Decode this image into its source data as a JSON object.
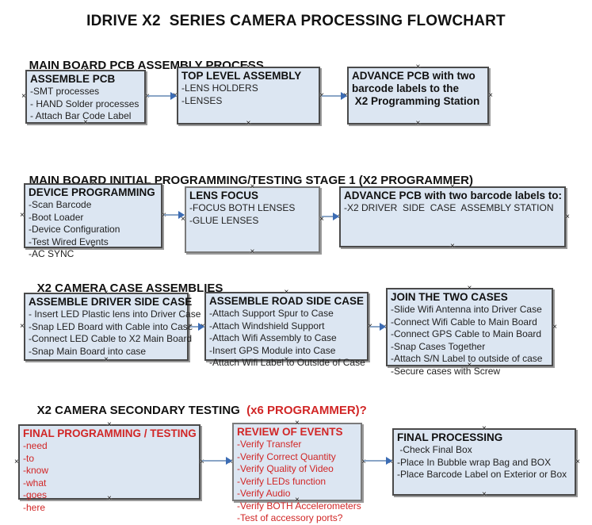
{
  "title": "IDRIVE X2  SERIES CAMERA PROCESSING FLOWCHART",
  "colors": {
    "box_fill": "#dce6f2",
    "box_border_dark": "#4a4a4a",
    "box_border_gray": "#7a7a7a",
    "arrow_line": "#8aa5c6",
    "arrow_head": "#3c6cb4",
    "red_text": "#d12626",
    "black_text": "#111111"
  },
  "icons": {
    "connection_point": "×",
    "flow_arrow": "right-arrow"
  },
  "sections": [
    {
      "header": "MAIN BOARD PCB ASSEMBLY PROCESS",
      "header_red": "",
      "boxes": [
        {
          "title_lines": [
            "ASSEMBLE PCB"
          ],
          "items": [
            "-SMT processes",
            "- HAND Solder processes",
            "- Attach Bar Code Label"
          ]
        },
        {
          "title_lines": [
            "TOP LEVEL ASSEMBLY"
          ],
          "items": [
            "-LENS HOLDERS",
            "-LENSES"
          ]
        },
        {
          "title_lines": [
            "ADVANCE PCB with two",
            "barcode labels to the",
            " X2 Programming Station"
          ],
          "items": []
        }
      ]
    },
    {
      "header": "MAIN BOARD INITIAL PROGRAMMING/TESTING STAGE 1 (X2 PROGRAMMER)",
      "header_red": "",
      "boxes": [
        {
          "title_lines": [
            "DEVICE PROGRAMMING"
          ],
          "items": [
            "-Scan Barcode",
            "-Boot Loader",
            "-Device Configuration",
            "-Test Wired Events",
            "-AC SYNC"
          ]
        },
        {
          "title_lines": [
            "LENS FOCUS"
          ],
          "items": [
            "-FOCUS BOTH LENSES",
            "-GLUE LENSES"
          ]
        },
        {
          "title_lines": [
            "ADVANCE PCB with two barcode labels to:"
          ],
          "items": [
            "-X2 DRIVER  SIDE  CASE  ASSEMBLY STATION"
          ]
        }
      ]
    },
    {
      "header": "X2 CAMERA CASE ASSEMBLIES",
      "header_red": "",
      "boxes": [
        {
          "title_lines": [
            "ASSEMBLE DRIVER SIDE CASE"
          ],
          "items": [
            "- Insert LED Plastic lens into Driver Case",
            "-Snap LED Board with Cable into Case",
            "-Connect LED Cable to X2 Main Board",
            "-Snap Main Board into case"
          ]
        },
        {
          "title_lines": [
            "ASSEMBLE ROAD SIDE CASE"
          ],
          "items": [
            "-Attach Support Spur to Case",
            "-Attach Windshield Support",
            "-Attach Wifi Assembly to Case",
            "-Insert GPS Module into Case",
            "-Attach Wifi Label to Outside of Case"
          ]
        },
        {
          "title_lines": [
            "JOIN THE TWO CASES"
          ],
          "items": [
            "-Slide Wifi Antenna into Driver Case",
            "-Connect Wifi Cable to Main Board",
            "-Connect GPS Cable to Main Board",
            "-Snap Cases Together",
            "-Attach S/N Label to outside of case",
            "-Secure cases with Screw"
          ]
        }
      ]
    },
    {
      "header": "X2 CAMERA SECONDARY TESTING  ",
      "header_red": "(x6 PROGRAMMER)?",
      "boxes": [
        {
          "title_lines": [
            "FINAL PROGRAMMING / TESTING"
          ],
          "items": [
            "-need",
            "-to",
            "-know",
            "-what",
            "-goes",
            "-here"
          ]
        },
        {
          "title_lines": [
            "REVIEW OF EVENTS"
          ],
          "items": [
            "-Verify Transfer",
            "-Verify Correct Quantity",
            "-Verify Quality of Video",
            "-Verify LEDs function",
            "-Verify Audio",
            "-Verify BOTH Accelerometers",
            "-Test of accessory ports?"
          ]
        },
        {
          "title_lines": [
            "FINAL PROCESSING"
          ],
          "items": [
            " -Check Final Box",
            "-Place In Bubble wrap Bag and BOX",
            "-Place Barcode Label on Exterior or Box"
          ]
        }
      ]
    }
  ]
}
